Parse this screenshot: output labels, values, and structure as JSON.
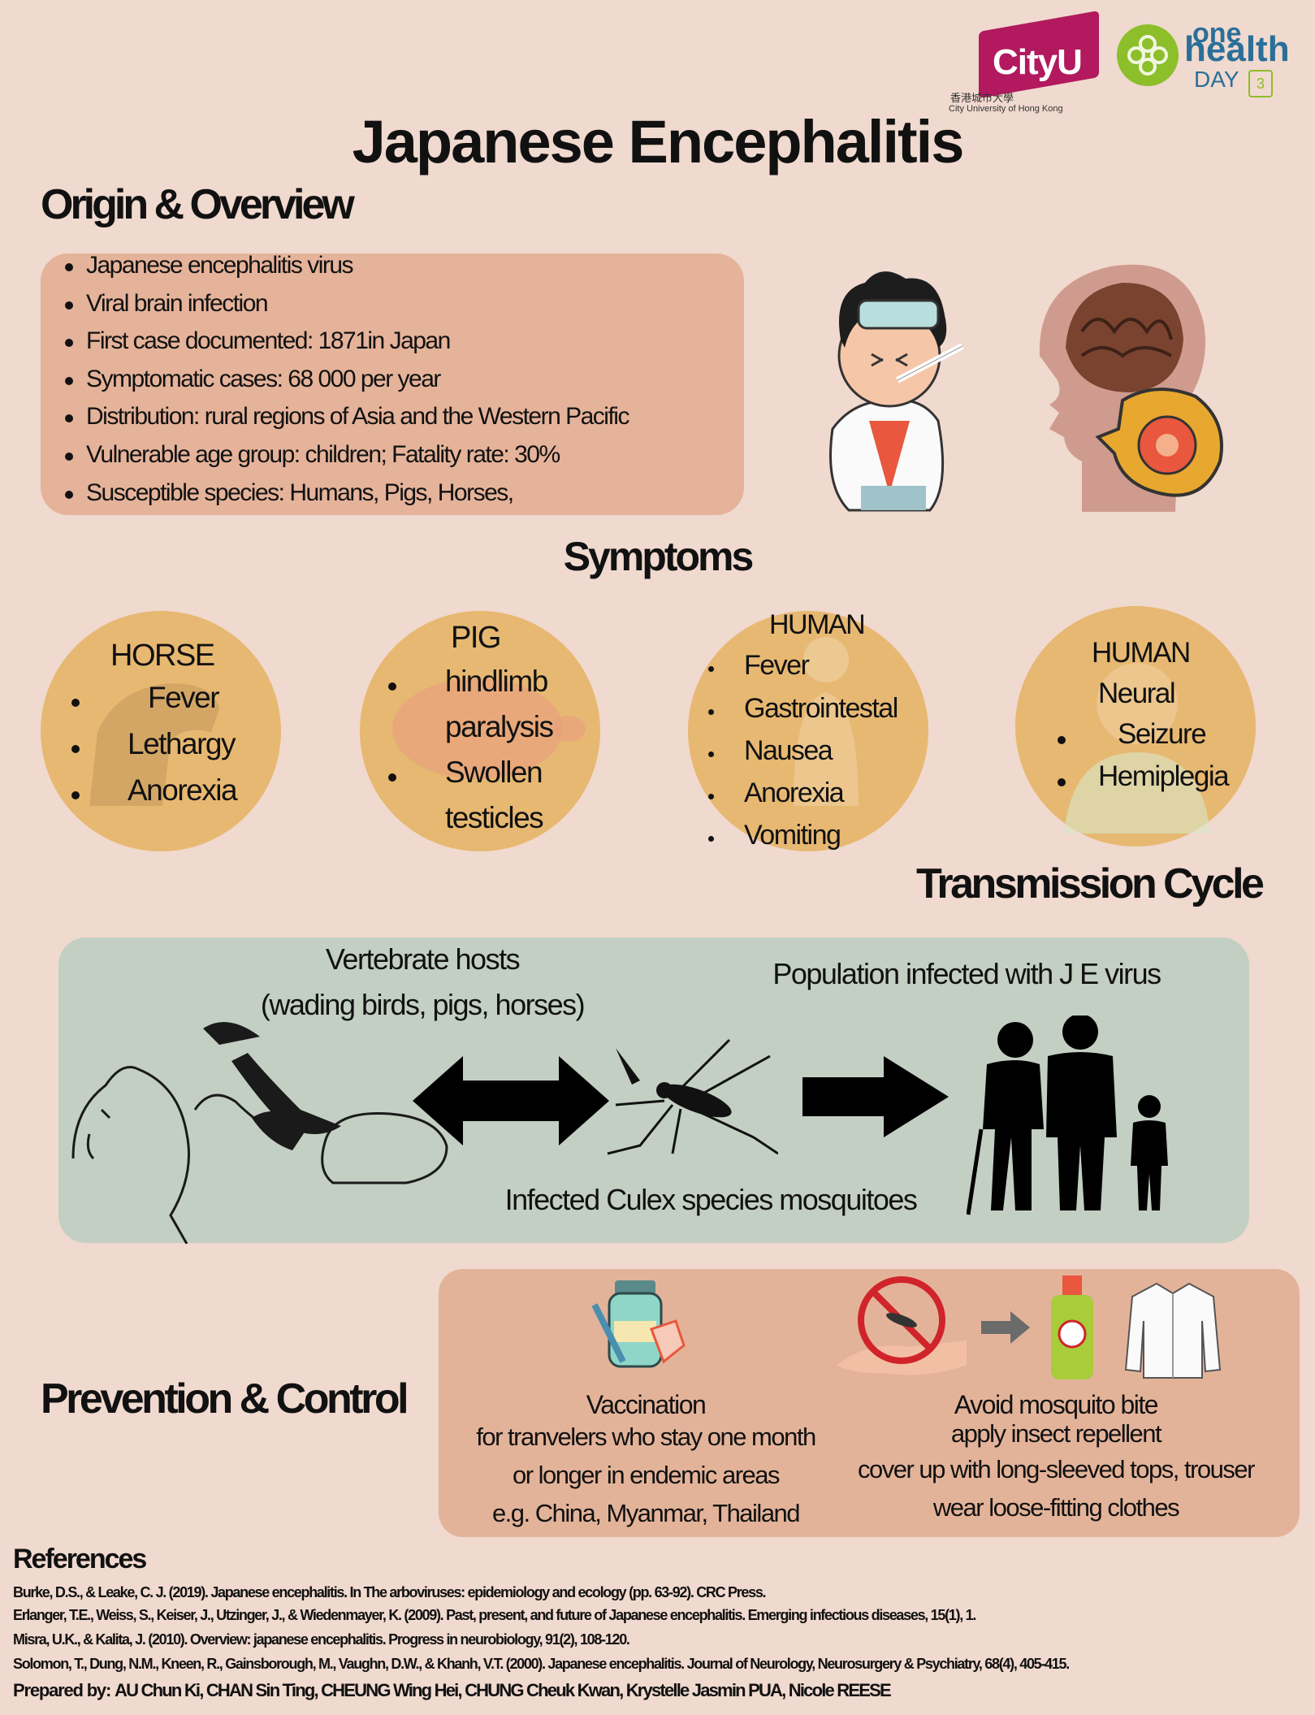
{
  "logos": {
    "cityu": {
      "name": "CityU",
      "chinese": "香港城市大學",
      "english": "City University of Hong Kong",
      "color": "#b2195e"
    },
    "one_health": {
      "one": "one",
      "health": "health",
      "day": "DAY",
      "number": "3",
      "color": "#2a6f9a",
      "accent": "#8cbf2a"
    }
  },
  "title": "Japanese Encephalitis",
  "origin": {
    "heading": "Origin & Overview",
    "items": [
      "Japanese encephalitis virus",
      "Viral brain infection",
      "First case documented: 1871in Japan",
      "Symptomatic cases: 68 000 per year",
      "Distribution: rural regions of Asia and the Western Pacific",
      "Vulnerable age group: children; Fatality rate: 30%",
      "Susceptible species: Humans, Pigs, Horses,"
    ]
  },
  "symptoms": {
    "heading": "Symptoms",
    "horse": {
      "title": "HORSE",
      "items": [
        "Fever",
        "Lethargy",
        "Anorexia"
      ]
    },
    "pig": {
      "title": "PIG",
      "items": [
        "hindlimb",
        "paralysis",
        "Swollen",
        "testicles"
      ]
    },
    "human": {
      "title": "HUMAN",
      "items": [
        "Fever",
        "Gastrointestal",
        "Nausea",
        "Anorexia",
        "Vomiting"
      ]
    },
    "human_neural": {
      "title": "HUMAN",
      "subtitle": "Neural",
      "items": [
        "Seizure",
        "Hemiplegia"
      ]
    }
  },
  "transmission": {
    "heading": "Transmission Cycle",
    "hosts_line1": "Vertebrate  hosts",
    "hosts_line2": "(wading birds, pigs, horses)",
    "population": "Population infected with J E virus",
    "mosquitoes": "Infected  Culex species mosquitoes"
  },
  "prevention": {
    "heading": "Prevention & Control",
    "vaccination": {
      "title": "Vaccination",
      "lines": [
        "for tranvelers who stay one month",
        "or longer in endemic areas",
        "e.g. China, Myanmar, Thailand"
      ]
    },
    "avoid": {
      "title": "Avoid mosquito bite",
      "lines": [
        "apply insect repellent",
        "cover up with long-sleeved  tops, trouser",
        "wear loose-fitting clothes"
      ]
    }
  },
  "references": {
    "heading": "References",
    "items": [
      "Burke, D.S., & Leake, C. J. (2019). Japanese encephalitis. In The arboviruses:  epidemiology and ecology (pp. 63-92). CRC Press.",
      "Erlanger, T.E., Weiss, S., Keiser, J., Utzinger, J., & Wiedenmayer, K. (2009). Past, present, and future of Japanese encephalitis. Emerging infectious diseases, 15(1), 1.",
      "Misra, U.K., & Kalita, J. (2010). Overview: japanese encephalitis. Progress in neurobiology, 91(2), 108-120.",
      "Solomon, T., Dung, N.M., Kneen, R., Gainsborough, M., Vaughn, D.W., & Khanh, V.T. (2000). Japanese encephalitis. Journal of Neurology, Neurosurgery & Psychiatry, 68(4), 405-415."
    ]
  },
  "prepared": {
    "label": "Prepared by:",
    "names": "AU Chun Ki, CHAN Sin Ting, CHEUNG Wing Hei, CHUNG Cheuk Kwan, Krystelle Jasmin PUA, Nicole REESE"
  },
  "colors": {
    "background": "#f0d9ce",
    "origin_box": "#e5b39a",
    "symptom_circle": "#e7b872",
    "transmission_box": "#c3cfc3",
    "prevention_box": "#e3b399"
  }
}
